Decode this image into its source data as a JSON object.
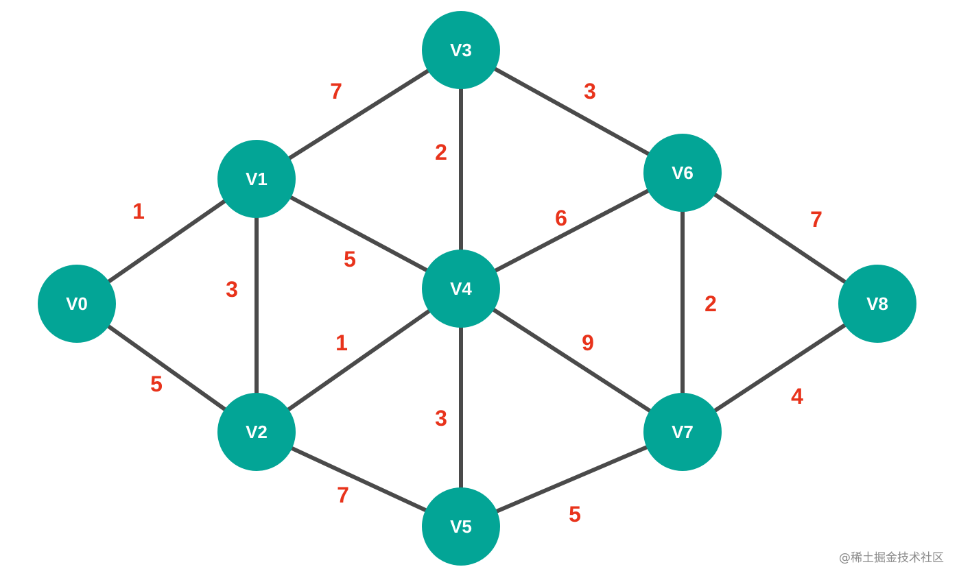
{
  "graph": {
    "nodes": [
      {
        "id": "V0",
        "label": "V0"
      },
      {
        "id": "V1",
        "label": "V1"
      },
      {
        "id": "V2",
        "label": "V2"
      },
      {
        "id": "V3",
        "label": "V3"
      },
      {
        "id": "V4",
        "label": "V4"
      },
      {
        "id": "V5",
        "label": "V5"
      },
      {
        "id": "V6",
        "label": "V6"
      },
      {
        "id": "V7",
        "label": "V7"
      },
      {
        "id": "V8",
        "label": "V8"
      }
    ],
    "edges": [
      {
        "from": "V0",
        "to": "V1",
        "weight": "1"
      },
      {
        "from": "V0",
        "to": "V2",
        "weight": "5"
      },
      {
        "from": "V1",
        "to": "V2",
        "weight": "3"
      },
      {
        "from": "V1",
        "to": "V3",
        "weight": "7"
      },
      {
        "from": "V1",
        "to": "V4",
        "weight": "5"
      },
      {
        "from": "V2",
        "to": "V4",
        "weight": "1"
      },
      {
        "from": "V2",
        "to": "V5",
        "weight": "7"
      },
      {
        "from": "V3",
        "to": "V4",
        "weight": "2"
      },
      {
        "from": "V3",
        "to": "V6",
        "weight": "3"
      },
      {
        "from": "V4",
        "to": "V5",
        "weight": "3"
      },
      {
        "from": "V4",
        "to": "V6",
        "weight": "6"
      },
      {
        "from": "V4",
        "to": "V7",
        "weight": "9"
      },
      {
        "from": "V5",
        "to": "V7",
        "weight": "5"
      },
      {
        "from": "V6",
        "to": "V7",
        "weight": "2"
      },
      {
        "from": "V6",
        "to": "V8",
        "weight": "7"
      },
      {
        "from": "V7",
        "to": "V8",
        "weight": "4"
      }
    ],
    "colors": {
      "node": "#03a596",
      "edge": "#4a4a4a",
      "weight": "#e8331b"
    }
  },
  "watermark": "@稀土掘金技术社区"
}
